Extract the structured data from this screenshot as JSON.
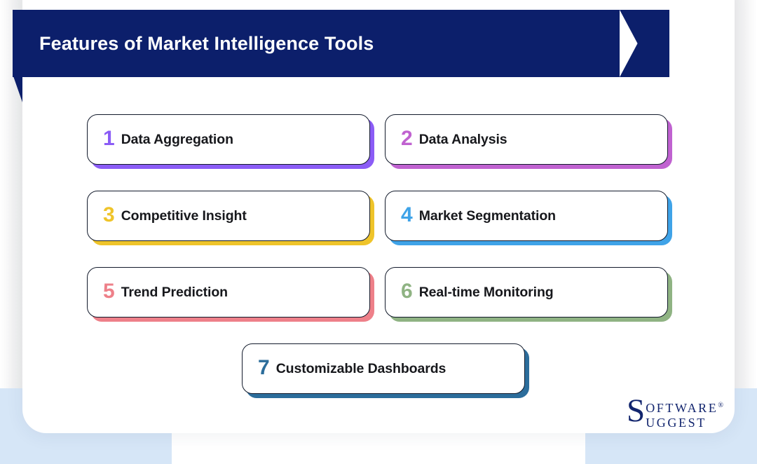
{
  "banner": {
    "title": "Features of Market Intelligence Tools",
    "background_color": "#0C1F6B",
    "text_color": "#FFFFFF"
  },
  "features": [
    {
      "number": "1",
      "label": "Data Aggregation",
      "accent_color": "#8B5CF6"
    },
    {
      "number": "2",
      "label": "Data Analysis",
      "accent_color": "#C062D0"
    },
    {
      "number": "3",
      "label": "Competitive Insight",
      "accent_color": "#EFC42A"
    },
    {
      "number": "4",
      "label": "Market Segmentation",
      "accent_color": "#3FA3E8"
    },
    {
      "number": "5",
      "label": "Trend Prediction",
      "accent_color": "#EE8089"
    },
    {
      "number": "6",
      "label": "Real-time Monitoring",
      "accent_color": "#8FB383"
    },
    {
      "number": "7",
      "label": "Customizable Dashboards",
      "accent_color": "#2C6D9B"
    }
  ],
  "logo": {
    "initial": "S",
    "line1": "OFTWARE",
    "registered": "®",
    "line2": "UGGEST",
    "color": "#12256E"
  },
  "theme": {
    "sheet_color": "#FFFFFF",
    "accent_slab_color": "#D6E6F7",
    "card_border_color": "#121A2B",
    "card_label_color": "#17181C"
  }
}
